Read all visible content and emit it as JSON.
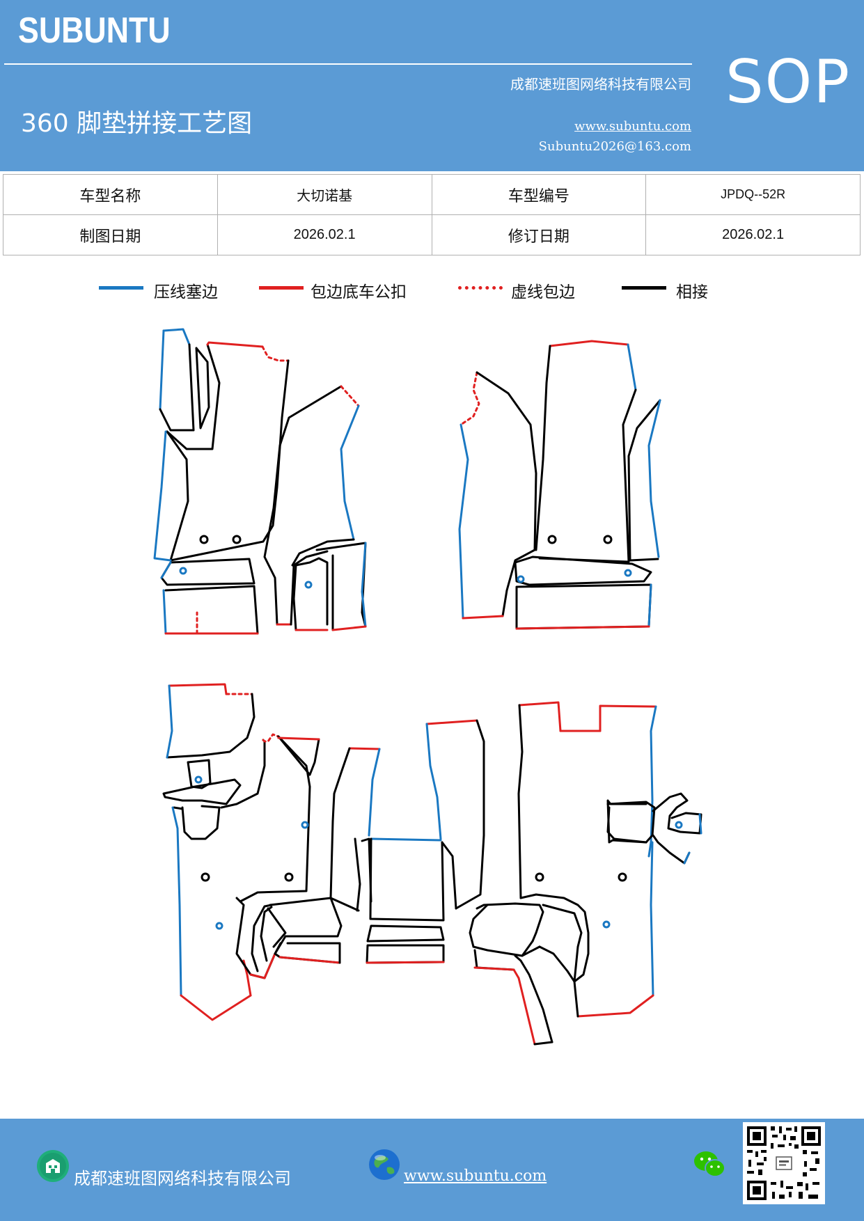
{
  "header": {
    "brand": "SUBUNTU",
    "company": "成都速班图网络科技有限公司",
    "title": "360 脚垫拼接工艺图",
    "website": "www.subuntu.com",
    "email": "Subuntu2026@163.com",
    "badge": "SOP"
  },
  "info": {
    "model_name_label": "车型名称",
    "model_name": "大切诺基",
    "model_code_label": "车型编号",
    "model_code": "JPDQ--52R",
    "draw_date_label": "制图日期",
    "draw_date": "2026.02.1",
    "revise_date_label": "修订日期",
    "revise_date": "2026.02.1"
  },
  "legend": [
    {
      "label": "压线塞边",
      "color": "#1a78c2",
      "style": "solid"
    },
    {
      "label": "包边底车公扣",
      "color": "#e02020",
      "style": "solid"
    },
    {
      "label": "虚线包边",
      "color": "#e02020",
      "style": "dotted"
    },
    {
      "label": "相接",
      "color": "#000000",
      "style": "solid"
    }
  ],
  "footer": {
    "company": "成都速班图网络科技有限公司",
    "website": "www.subuntu.com",
    "icons": [
      "building-icon",
      "globe-icon",
      "wechat-icon",
      "qr-code"
    ]
  },
  "colors": {
    "brand_blue": "#5b9bd5",
    "press_blue": "#1a78c2",
    "edge_red": "#e02020",
    "join_black": "#000000"
  }
}
